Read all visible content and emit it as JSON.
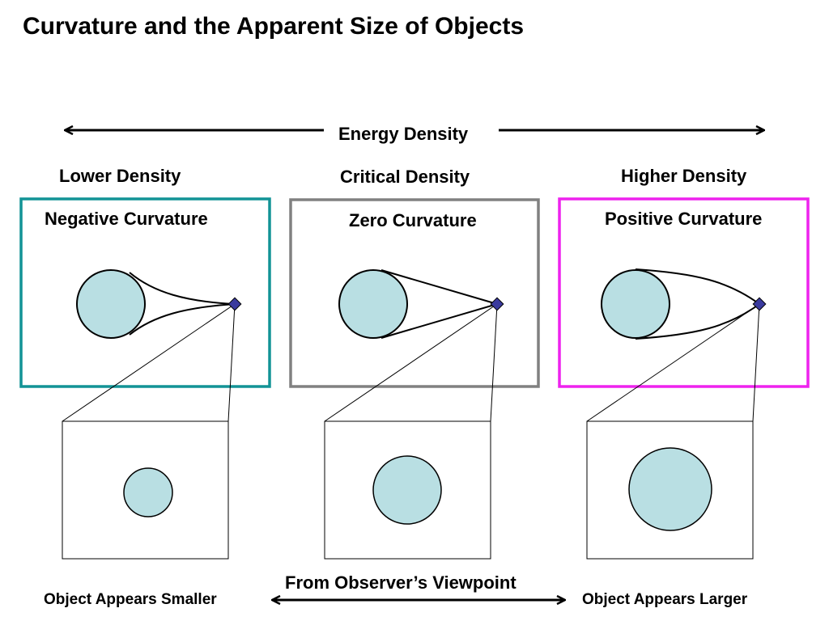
{
  "title": "Curvature and the Apparent Size of Objects",
  "energy_axis": {
    "label": "Energy Density"
  },
  "columns": [
    {
      "density": "Lower Density",
      "curvature": "Negative Curvature",
      "frame_color": "#129396"
    },
    {
      "density": "Critical Density",
      "curvature": "Zero Curvature",
      "frame_color": "#808080"
    },
    {
      "density": "Higher Density",
      "curvature": "Positive Curvature",
      "frame_color": "#ee22ee"
    }
  ],
  "observer_axis": {
    "label": "From Observer’s Viewpoint",
    "left": "Object Appears Smaller",
    "right": "Object Appears Larger"
  },
  "colors": {
    "object_fill": "#b9dfe3",
    "observer_fill": "#3a3a9e"
  }
}
